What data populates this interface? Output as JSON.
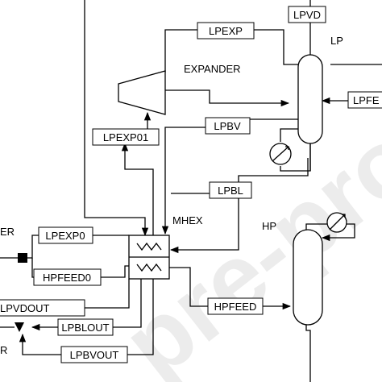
{
  "labels": {
    "lpvd": "LPVD",
    "lpexp": "LPEXP",
    "lp": "LP",
    "expander": "EXPANDER",
    "lpfe": "LPFE",
    "lpexp01": "LPEXP01",
    "lpbv": "LPBV",
    "lpbl": "LPBL",
    "mhex": "MHEX",
    "hp": "HP",
    "er": "ER",
    "lpexp0": "LPEXP0",
    "hpfeed0": "HPFEED0",
    "hpfeed": "HPFEED",
    "lpvdout": "LPVDOUT",
    "lpblout": "LPBLOUT",
    "r": "R",
    "lpbvout": "LPBVOUT"
  },
  "watermark": "pre-proof",
  "colors": {
    "line": "#000000",
    "watermark": "#c8c8c8"
  }
}
